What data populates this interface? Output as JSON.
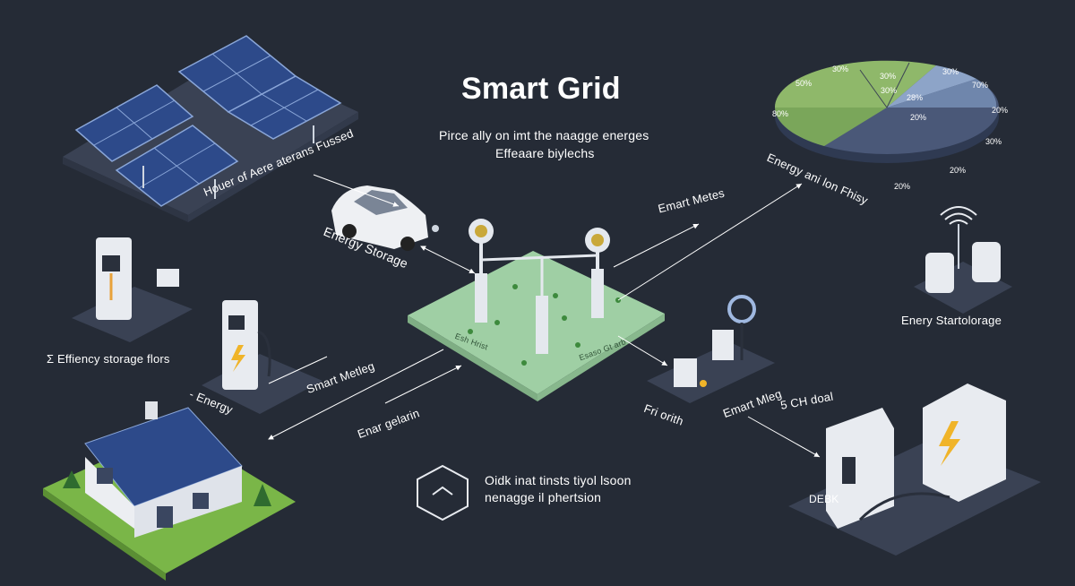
{
  "title": "Smart Grid",
  "subtitle": {
    "line1": "Pirce ally on imt the naagge energes",
    "line2": "Effeaare biylechs"
  },
  "labels": {
    "solar": "Houer of Aere aterans Fussed",
    "energy_storage": "Energy Storage",
    "smart_meters": "Emart Metes",
    "pie": "Energy ani lon Fhisy",
    "energy_storage_right": "Enery Startolorage",
    "efficiency_storage": "Σ Effiency storage flors",
    "energy_left": "- Energy",
    "smart_meter_left": "Smart Metleg",
    "energy_gen": "Enar gelarin",
    "hub_left": "Esh Hrist",
    "hub_right": "Esaso Gt arb",
    "fri_orith": "Fri orith",
    "emart_mleg": "Emart Mleg",
    "ci_doal": "5 CH doal",
    "debk": "DEBK",
    "info_line1": "Oidk inat tinsts tiyol lsoon",
    "info_line2": "nenagge il phertsion"
  },
  "pie_labels": [
    "30%",
    "30%",
    "50%",
    "30%",
    "28%",
    "30%",
    "70%",
    "20%",
    "30%",
    "20%",
    "20%",
    "80%"
  ],
  "colors": {
    "background": "#252b36",
    "pie_green": "#8fb86a",
    "pie_blue": "#4a5878",
    "pie_light_blue": "#8da4c8",
    "grid_green": "#9fcfa4",
    "bolt": "#f0b429"
  },
  "icons": [
    "solar-panel-icon",
    "car-icon",
    "house-icon",
    "charger-icon",
    "battery-icon",
    "wifi-icon",
    "lightning-icon",
    "meter-icon",
    "gear-icon"
  ]
}
